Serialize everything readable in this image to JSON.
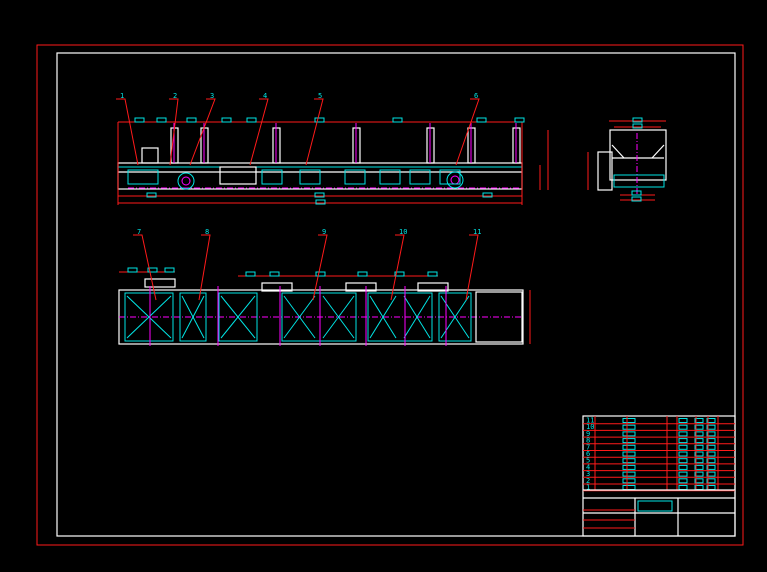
{
  "drawing": {
    "background": "#000000",
    "colors": {
      "outline": "#ffffff",
      "detail": "#00e5e5",
      "centerline": "#ff00ff",
      "dimension": "#ff1a1a",
      "frame": "#ff1a1a"
    },
    "views": [
      "front-elevation",
      "side-elevation",
      "plan-view"
    ],
    "balloons_front": [
      "1",
      "2",
      "3",
      "4",
      "5",
      "6"
    ],
    "balloons_plan": [
      "7",
      "8",
      "9",
      "10",
      "11"
    ],
    "title_block": {
      "parts_list_rows": [
        "11",
        "10",
        "9",
        "8",
        "7",
        "6",
        "5",
        "4",
        "3",
        "2",
        "1"
      ]
    }
  }
}
